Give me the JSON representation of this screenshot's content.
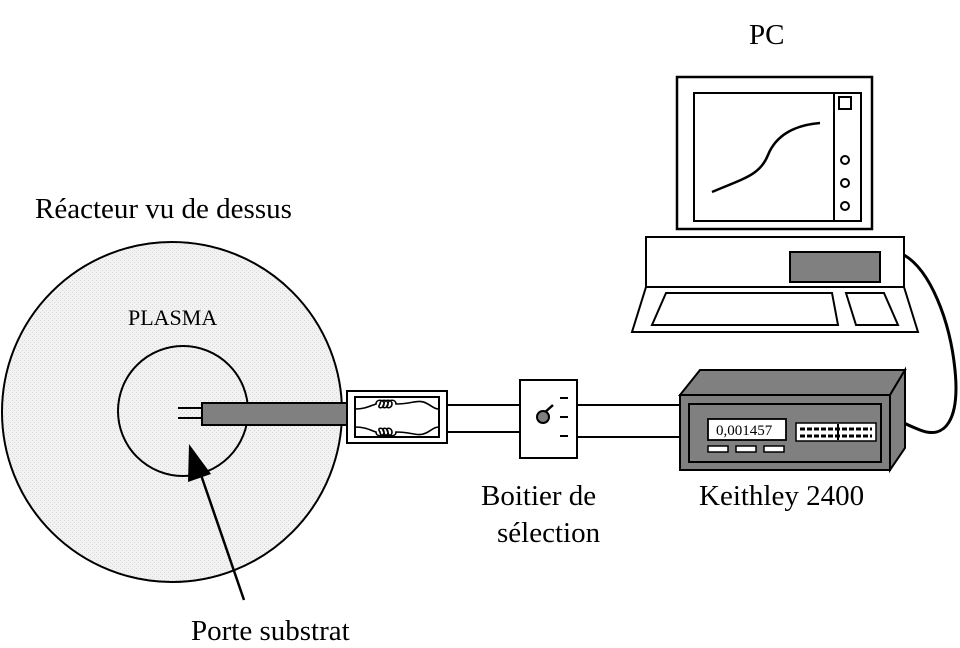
{
  "labels": {
    "pc": "PC",
    "reactor_title": "Réacteur vu de dessus",
    "plasma": "PLASMA",
    "porte_substrat": "Porte substrat",
    "boitier_line1": "Boitier de",
    "boitier_line2": "sélection",
    "keithley": "Keithley 2400",
    "display_value": "0,001457"
  },
  "colors": {
    "plasma_fill": "#eeeeee",
    "substrate_arm": "#808080",
    "keithley_body": "#808080",
    "keyboard_panel": "#808080",
    "line": "#000000"
  }
}
